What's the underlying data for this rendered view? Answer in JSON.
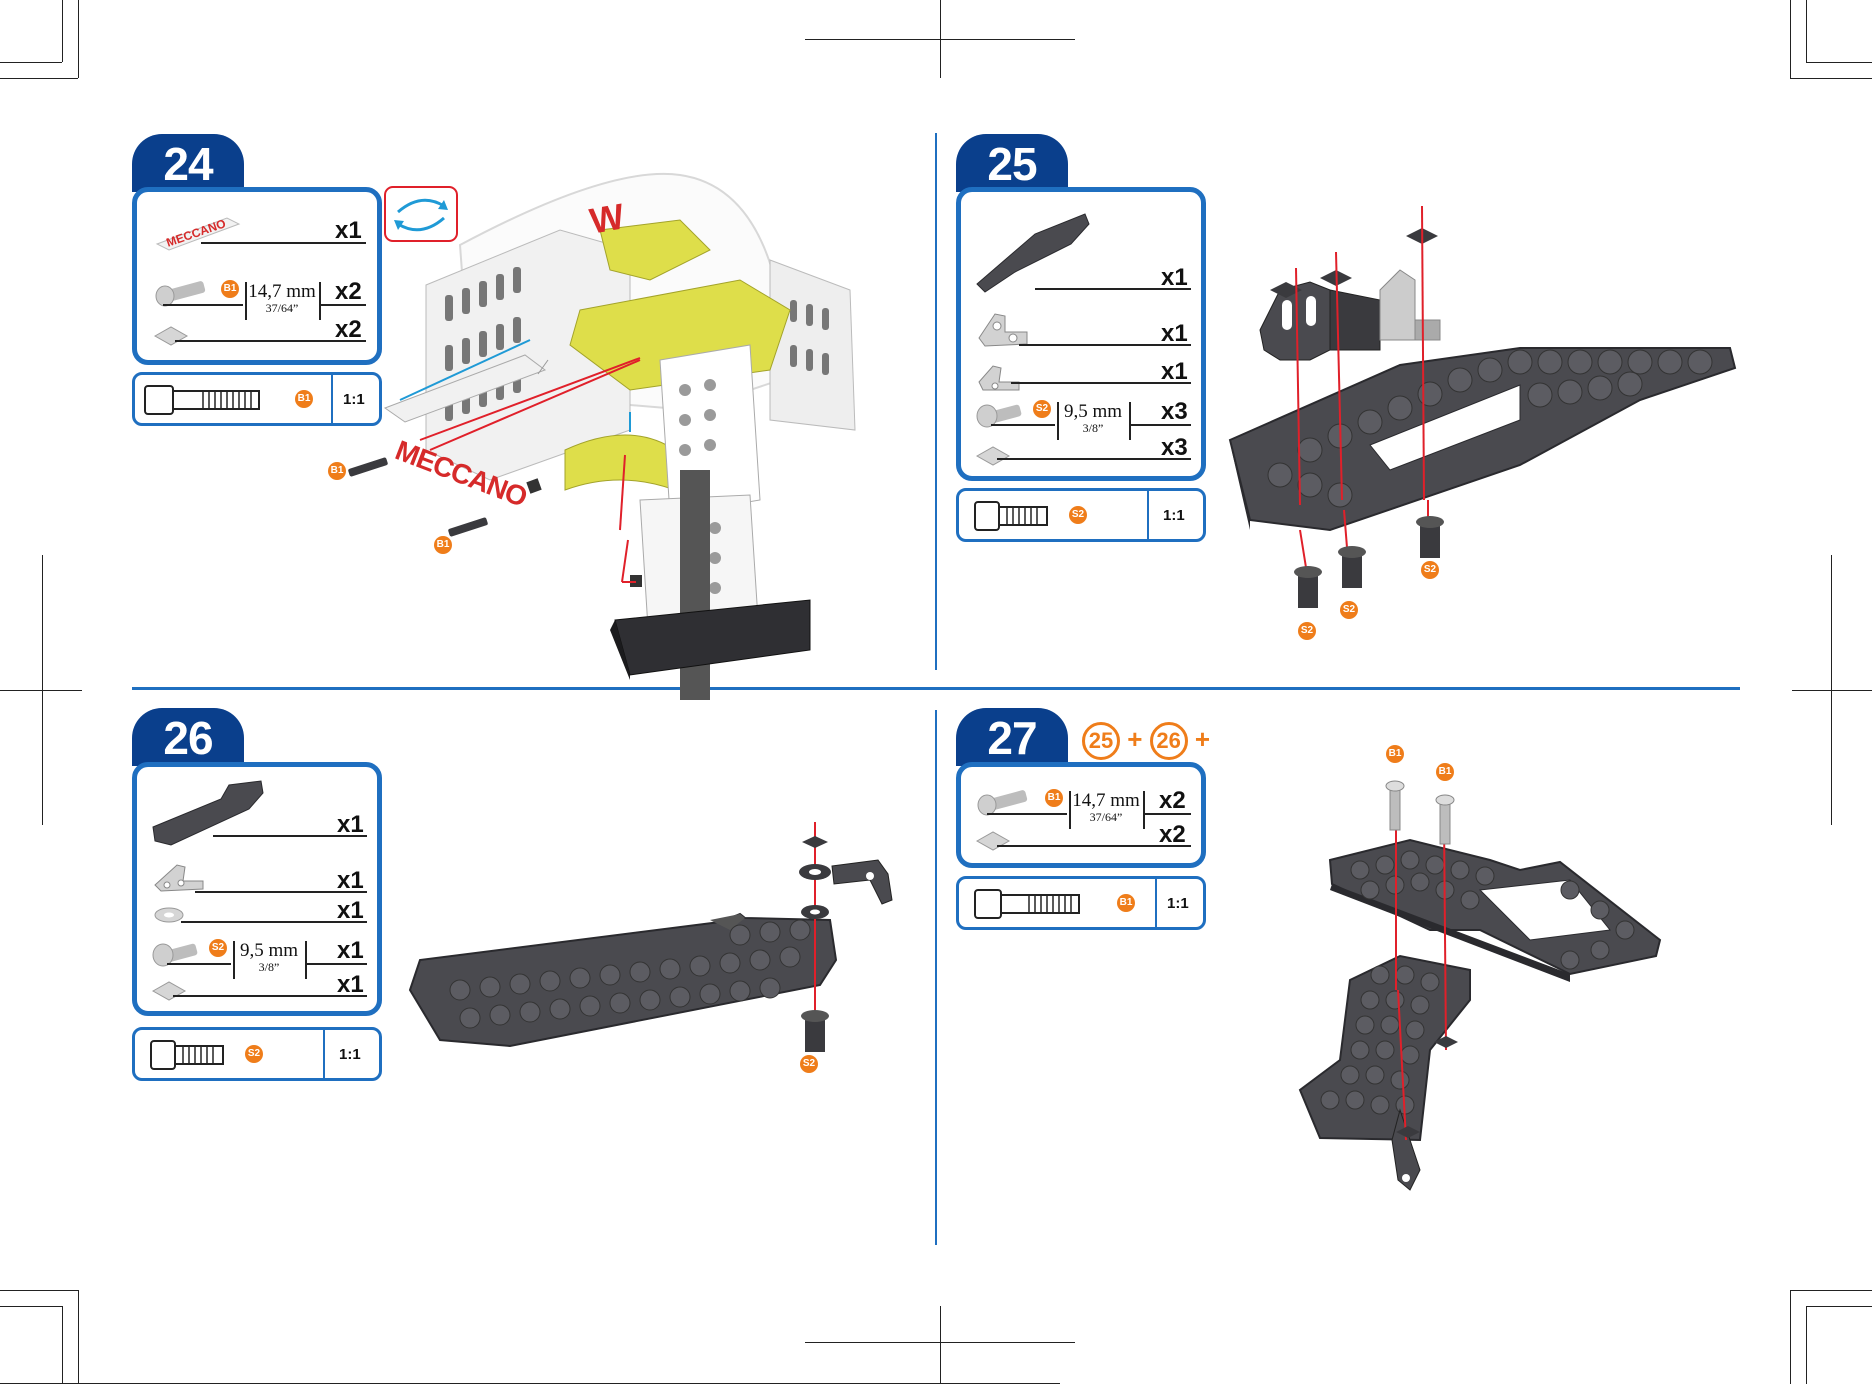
{
  "steps": [
    {
      "number": "24"
    },
    {
      "number": "25"
    },
    {
      "number": "26"
    },
    {
      "number": "27"
    }
  ],
  "step24": {
    "plate_qty": "x1",
    "plate_text": "MECCANO",
    "screw_badge": "B1",
    "screw_mm": "14,7 mm",
    "screw_inch": "37/64”",
    "screw_qty": "x2",
    "nut_qty": "x2",
    "scale_badge": "B1",
    "scale_ratio": "1:1",
    "callout_b1_a": "B1",
    "callout_b1_b": "B1",
    "plate_text_big": "MECCANO",
    "logo": "W"
  },
  "step25": {
    "bracket_qty": "x1",
    "anglebig_qty": "x1",
    "anglesmall_qty": "x1",
    "screw_badge": "S2",
    "screw_mm": "9,5 mm",
    "screw_inch": "3/8”",
    "screw_qty": "x3",
    "nut_qty": "x3",
    "scale_badge": "S2",
    "scale_ratio": "1:1",
    "callout_s2_a": "S2",
    "callout_s2_b": "S2",
    "callout_s2_c": "S2"
  },
  "step26": {
    "plate_qty": "x1",
    "angle_qty": "x1",
    "washer_qty": "x1",
    "screw_badge": "S2",
    "screw_mm": "9,5 mm",
    "screw_inch": "3/8”",
    "screw_qty": "x1",
    "nut_qty": "x1",
    "scale_badge": "S2",
    "scale_ratio": "1:1",
    "callout_s2": "S2"
  },
  "step27": {
    "combo_a": "25",
    "combo_b": "26",
    "plus": "+",
    "screw_badge": "B1",
    "screw_mm": "14,7 mm",
    "screw_inch": "37/64”",
    "screw_qty": "x2",
    "nut_qty": "x2",
    "scale_badge": "B1",
    "scale_ratio": "1:1",
    "callout_b1_a": "B1",
    "callout_b1_b": "B1"
  },
  "colors": {
    "accent_blue": "#1f6fc0",
    "step_tab": "#0a3f8c",
    "badge_orange": "#ef7d1a",
    "assembly_red": "#e0202a",
    "part_gray": "#4a4a4f",
    "highlight_yellow": "#dede4a"
  }
}
